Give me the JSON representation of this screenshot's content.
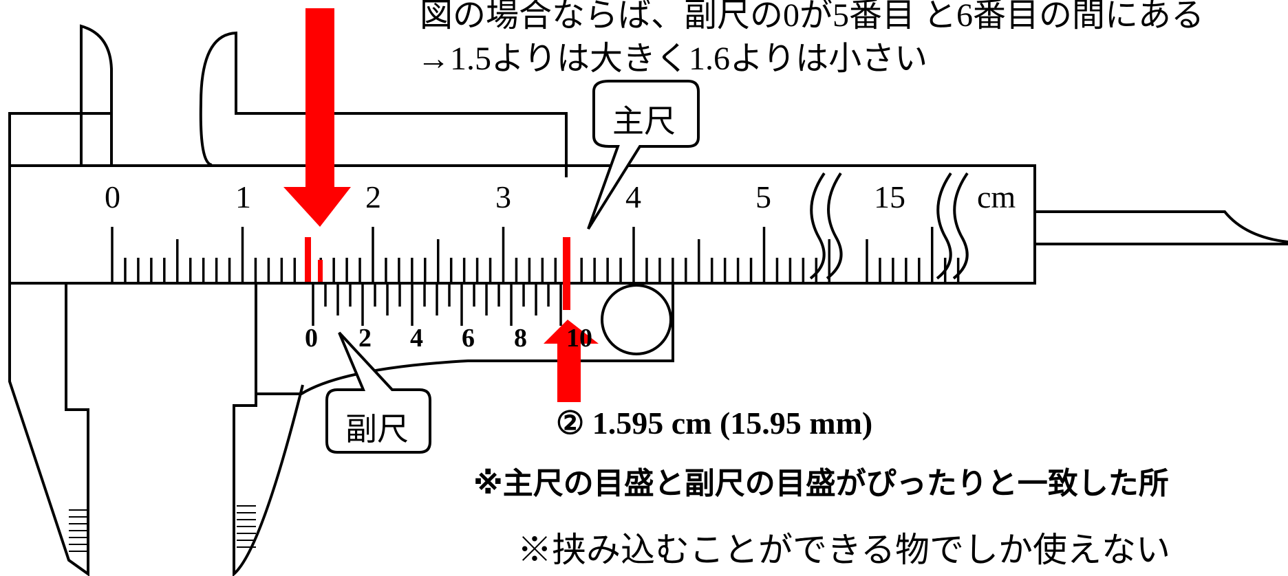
{
  "top_note": {
    "line1": "図の場合ならば、副尺の0が5番目 と6番目の間にある",
    "line2": "→1.5よりは大きく1.6よりは小さい"
  },
  "main_scale": {
    "callout": "主尺",
    "labels": [
      "0",
      "1",
      "2",
      "3",
      "4",
      "5",
      "15"
    ],
    "unit": "cm"
  },
  "vernier_scale": {
    "callout": "副尺",
    "labels": [
      "0",
      "2",
      "4",
      "6",
      "8",
      "10"
    ]
  },
  "result": {
    "reading": "② 1.595 cm (15.95 mm)",
    "note_match": "※主尺の目盛と副尺の目盛がぴったりと一致した所",
    "note_usage": "※挟み込むことができる物でしか使えない"
  },
  "colors": {
    "arrow": "#ff0000",
    "line": "#000000",
    "background": "#ffffff"
  }
}
